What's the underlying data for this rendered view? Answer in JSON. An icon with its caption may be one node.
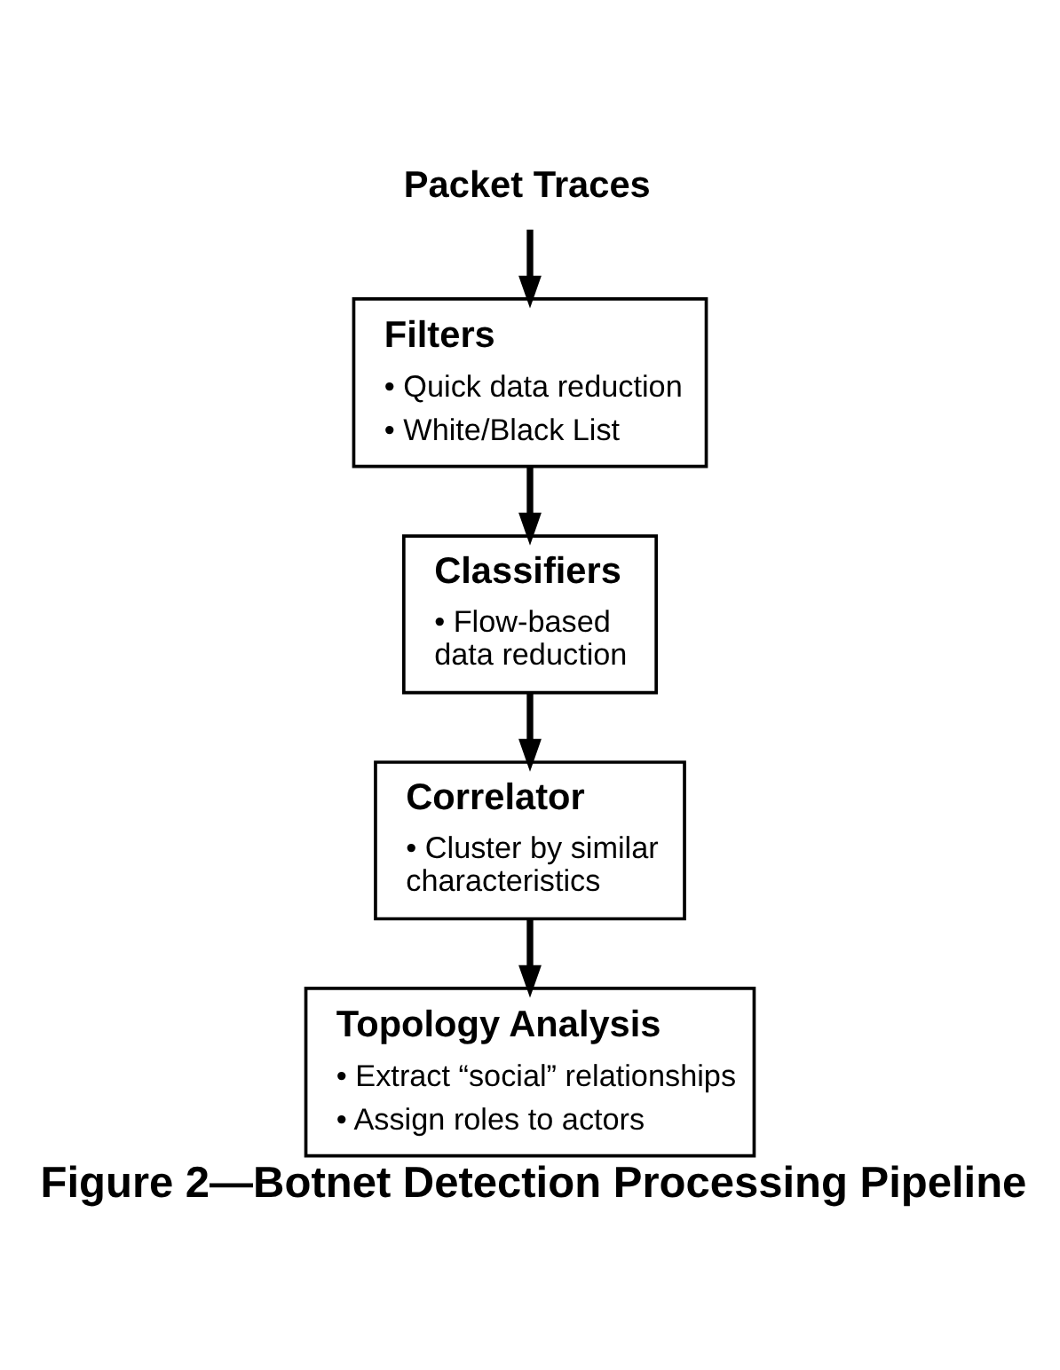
{
  "diagram": {
    "caption": "Figure 2—Botnet Detection Processing Pipeline",
    "nodes": [
      {
        "text": [
          "Packet Traces"
        ]
      },
      {
        "text": [
          "Filters",
          "• Quick data reduction",
          "• White/Black List"
        ]
      },
      {
        "text": [
          "Classifiers",
          "• Flow-based data reduction"
        ]
      },
      {
        "text": [
          "Correlator",
          "• Cluster by similar characteristics"
        ]
      },
      {
        "text": [
          "Topology Analysis",
          "• Extract “social” relationships",
          "• Assign roles to actors"
        ]
      }
    ],
    "edges": [
      {
        "from": 0,
        "to": 1,
        "arrow": "to"
      },
      {
        "from": 1,
        "to": 2,
        "arrow": "to"
      },
      {
        "from": 2,
        "to": 3,
        "arrow": "to"
      },
      {
        "from": 3,
        "to": 4,
        "arrow": "to"
      }
    ]
  }
}
